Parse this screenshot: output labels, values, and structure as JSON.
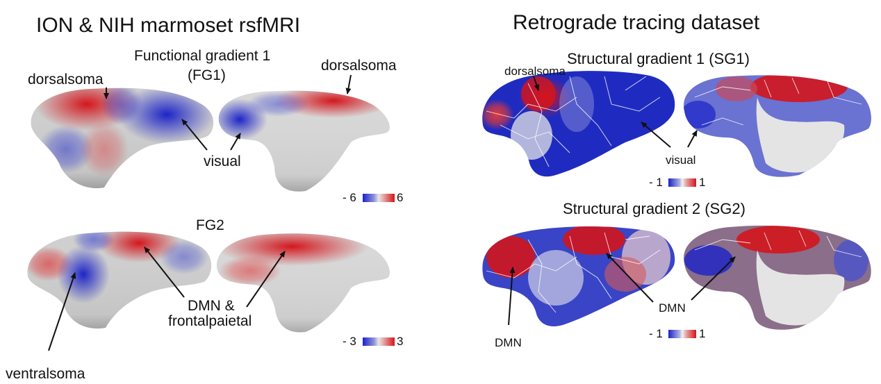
{
  "left": {
    "title": "ION & NIH marmoset rsfMRI",
    "fg1": {
      "title_line1": "Functional gradient 1",
      "title_line2": "(FG1)",
      "ann_dorsal_left": "dorsalsoma",
      "ann_dorsal_right": "dorsalsoma",
      "ann_visual": "visual",
      "scale_min": "- 6",
      "scale_max": "6"
    },
    "fg2": {
      "title": "FG2",
      "ann_dmn_line1": "DMN &",
      "ann_dmn_line2": "frontalpaietal",
      "ann_ventral": "ventralsoma",
      "scale_min": "- 3",
      "scale_max": "3"
    }
  },
  "right": {
    "title": "Retrograde tracing dataset",
    "sg1": {
      "title": "Structural gradient 1 (SG1)",
      "ann_dorsal": "dorsalsoma",
      "ann_visual": "visual",
      "scale_min": "- 1",
      "scale_max": "1"
    },
    "sg2": {
      "title": "Structural gradient 2 (SG2)",
      "ann_dmn_left": "DMN",
      "ann_dmn_right": "DMN",
      "scale_min": "- 1",
      "scale_max": "1"
    }
  },
  "colors": {
    "positive": "#d3151b",
    "negative": "#1b22c8",
    "neutral": "#e6e6e6"
  }
}
